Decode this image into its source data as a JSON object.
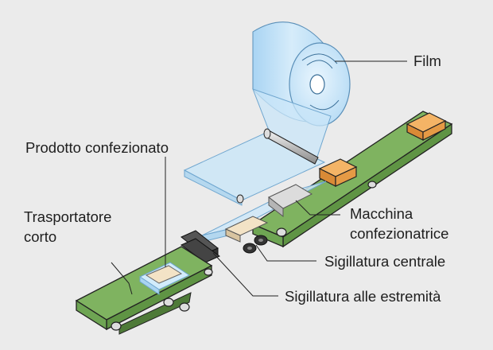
{
  "labels": {
    "film": "Film",
    "product": "Prodotto confezionato",
    "conveyor_line1": "Trasportatore",
    "conveyor_line2": "corto",
    "machine_line1": "Macchina",
    "machine_line2": "confezionatrice",
    "center_seal": "Sigillatura centrale",
    "end_seal": "Sigillatura alle estremità"
  },
  "colors": {
    "background": "#ebebeb",
    "conveyor_green": "#7fb360",
    "film_blue": "#c9e6f8",
    "product_orange": "#f0a04b",
    "outline": "#222222"
  }
}
